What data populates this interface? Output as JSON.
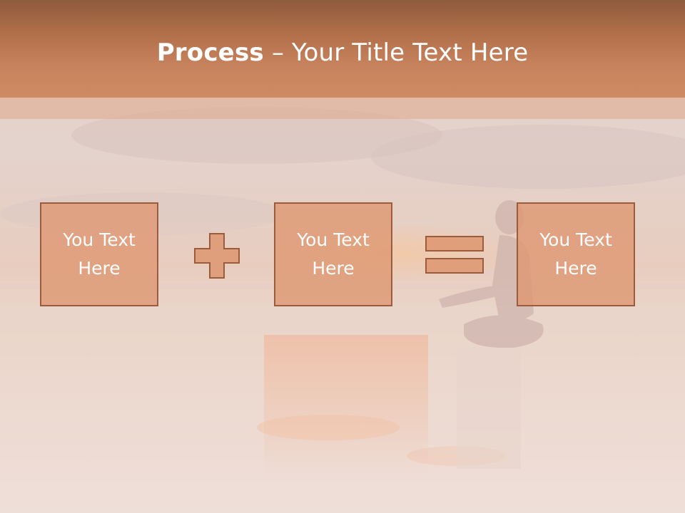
{
  "slide": {
    "title_bold": "Process",
    "title_rest": " – Your Title Text Here"
  },
  "boxes": [
    {
      "text": "You Text\nHere"
    },
    {
      "text": "You Text\nHere"
    },
    {
      "text": "You Text\nHere"
    }
  ],
  "operators": [
    "plus-icon",
    "equals-icon"
  ],
  "colors": {
    "header": "#c8845e",
    "box_fill": "#de9670",
    "box_border": "#9b5b3d",
    "text": "#ffffff"
  }
}
